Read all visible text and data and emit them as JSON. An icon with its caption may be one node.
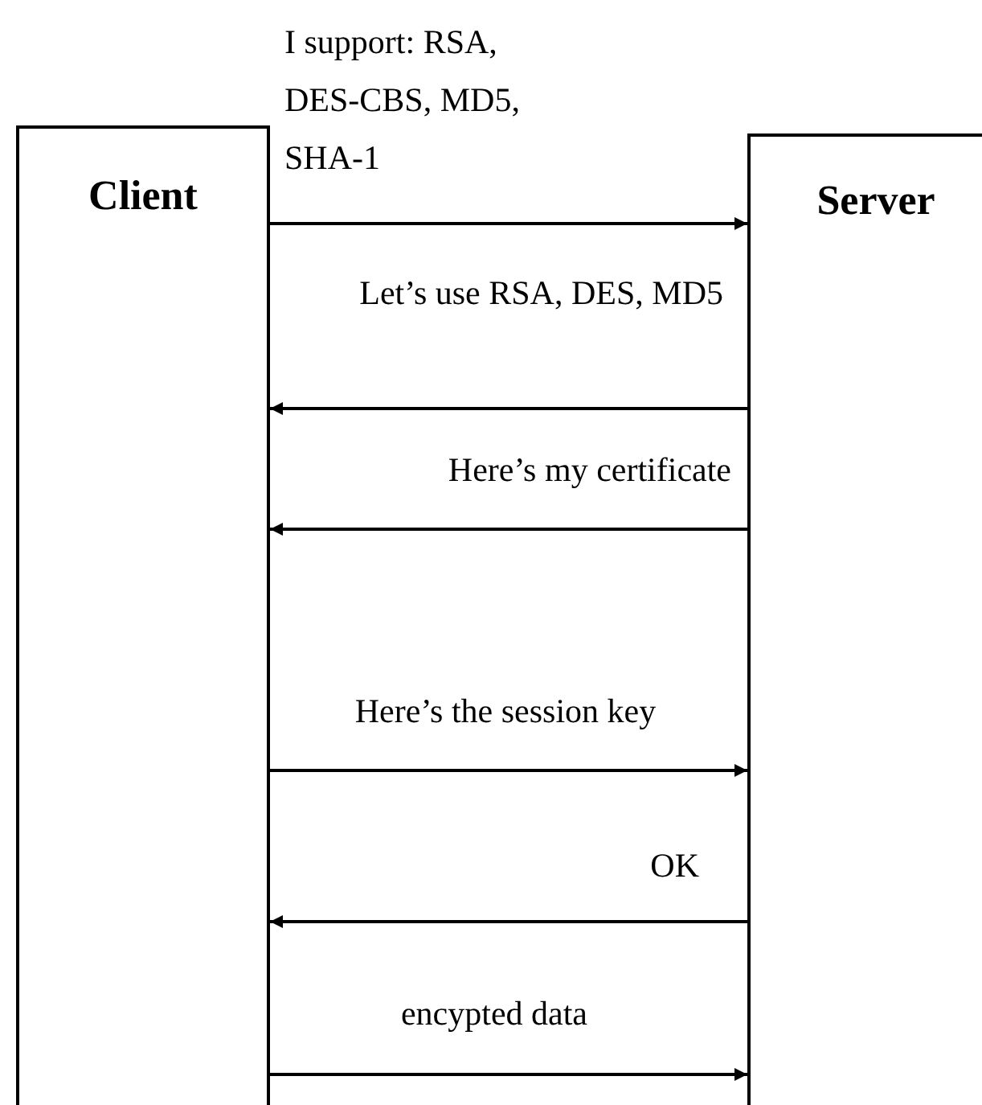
{
  "diagram": {
    "nodes": [
      {
        "text": [
          "Client"
        ]
      },
      {
        "text": [
          "Server"
        ]
      }
    ],
    "edges": [
      {
        "from": 0,
        "to": 1,
        "arrow": "to",
        "label": "I support: RSA, DES-CBS, MD5, SHA-1"
      },
      {
        "from": 1,
        "to": 0,
        "arrow": "to",
        "label": "Let’s use RSA, DES, MD5"
      },
      {
        "from": 1,
        "to": 0,
        "arrow": "to",
        "label": "Here’s my certificate"
      },
      {
        "from": 0,
        "to": 1,
        "arrow": "to",
        "label": "Here’s the session key"
      },
      {
        "from": 1,
        "to": 0,
        "arrow": "to",
        "label": "OK"
      },
      {
        "from": 0,
        "to": 1,
        "arrow": "to",
        "label": "encypted data"
      }
    ]
  }
}
